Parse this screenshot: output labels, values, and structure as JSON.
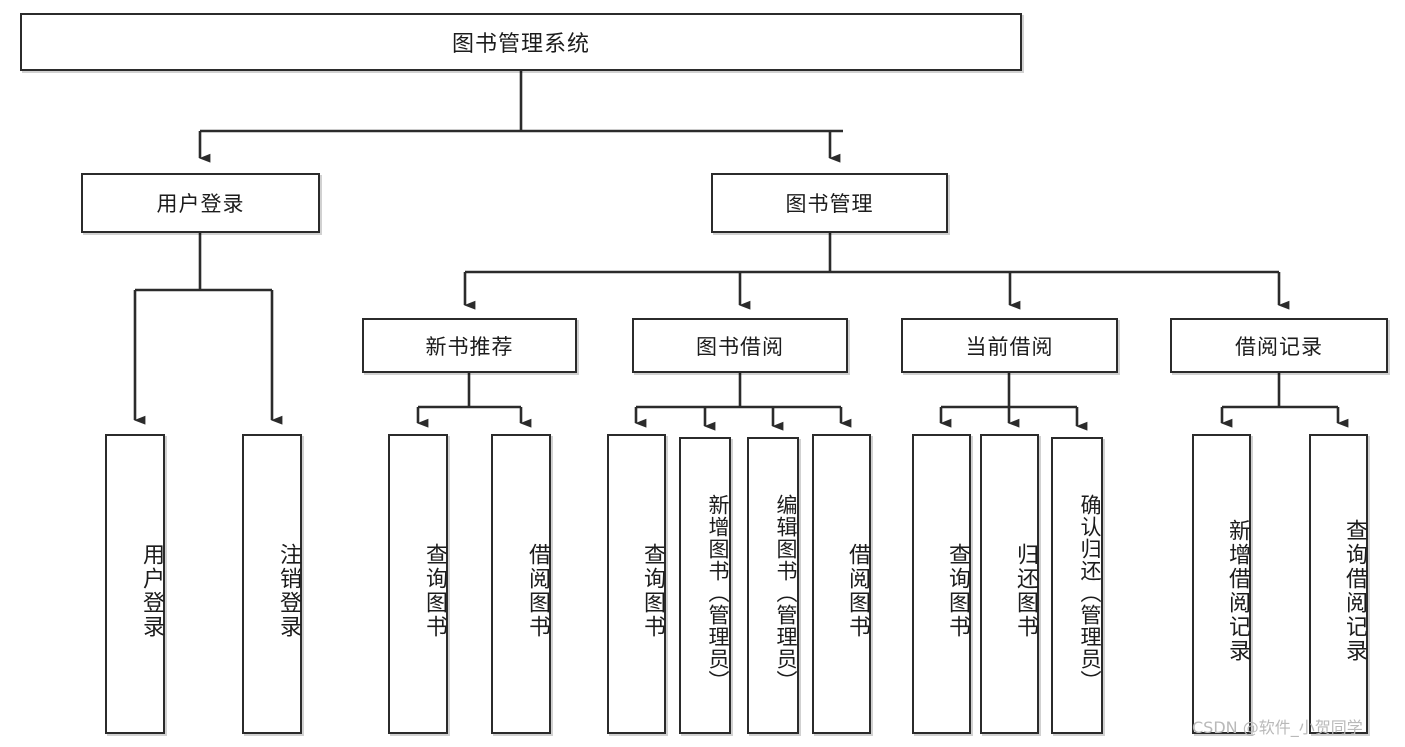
{
  "diagram": {
    "type": "tree-hierarchy-diagram",
    "title": "图书管理系统",
    "watermark": "CSDN @软件_小贺同学",
    "colors": {
      "box_border": "#2b2b2b",
      "box_fill": "#ffffff",
      "connector": "#2b2b2b",
      "text": "#1c1c1c",
      "watermark": "#b9b9b9"
    },
    "root": {
      "label": "图书管理系统"
    },
    "level1": [
      {
        "label": "用户登录"
      },
      {
        "label": "图书管理"
      }
    ],
    "level2": [
      {
        "label": "新书推荐"
      },
      {
        "label": "图书借阅"
      },
      {
        "label": "当前借阅"
      },
      {
        "label": "借阅记录"
      }
    ],
    "leaves": {
      "user_login": [
        {
          "label": "用户登录"
        },
        {
          "label": "注销登录"
        }
      ],
      "new_book_recommend": [
        {
          "label": "查询图书"
        },
        {
          "label": "借阅图书"
        }
      ],
      "book_borrow": [
        {
          "label": "查询图书"
        },
        {
          "label": "新增图书（管理员）"
        },
        {
          "label": "编辑图书（管理员）"
        },
        {
          "label": "借阅图书"
        }
      ],
      "current_borrow": [
        {
          "label": "查询图书"
        },
        {
          "label": "归还图书"
        },
        {
          "label": "确认归还（管理员）"
        }
      ],
      "borrow_record": [
        {
          "label": "新增借阅记录"
        },
        {
          "label": "查询借阅记录"
        }
      ]
    }
  }
}
